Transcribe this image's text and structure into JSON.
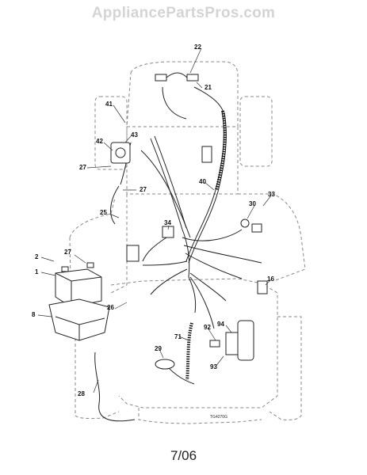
{
  "watermark": "AppliancePartsPros.com",
  "page_label": "7/06",
  "drawing_code": "TG4270G",
  "callouts": {
    "c1": "1",
    "c2": "2",
    "c8": "8",
    "c16": "16",
    "c21": "21",
    "c22": "22",
    "c25": "25",
    "c26": "26",
    "c27a": "27",
    "c27b": "27",
    "c27c": "27",
    "c28": "28",
    "c29": "29",
    "c30": "30",
    "c33": "33",
    "c34": "34",
    "c40": "40",
    "c41": "41",
    "c42": "42",
    "c43": "43",
    "c71": "71",
    "c92": "92",
    "c93": "93",
    "c94": "94"
  }
}
